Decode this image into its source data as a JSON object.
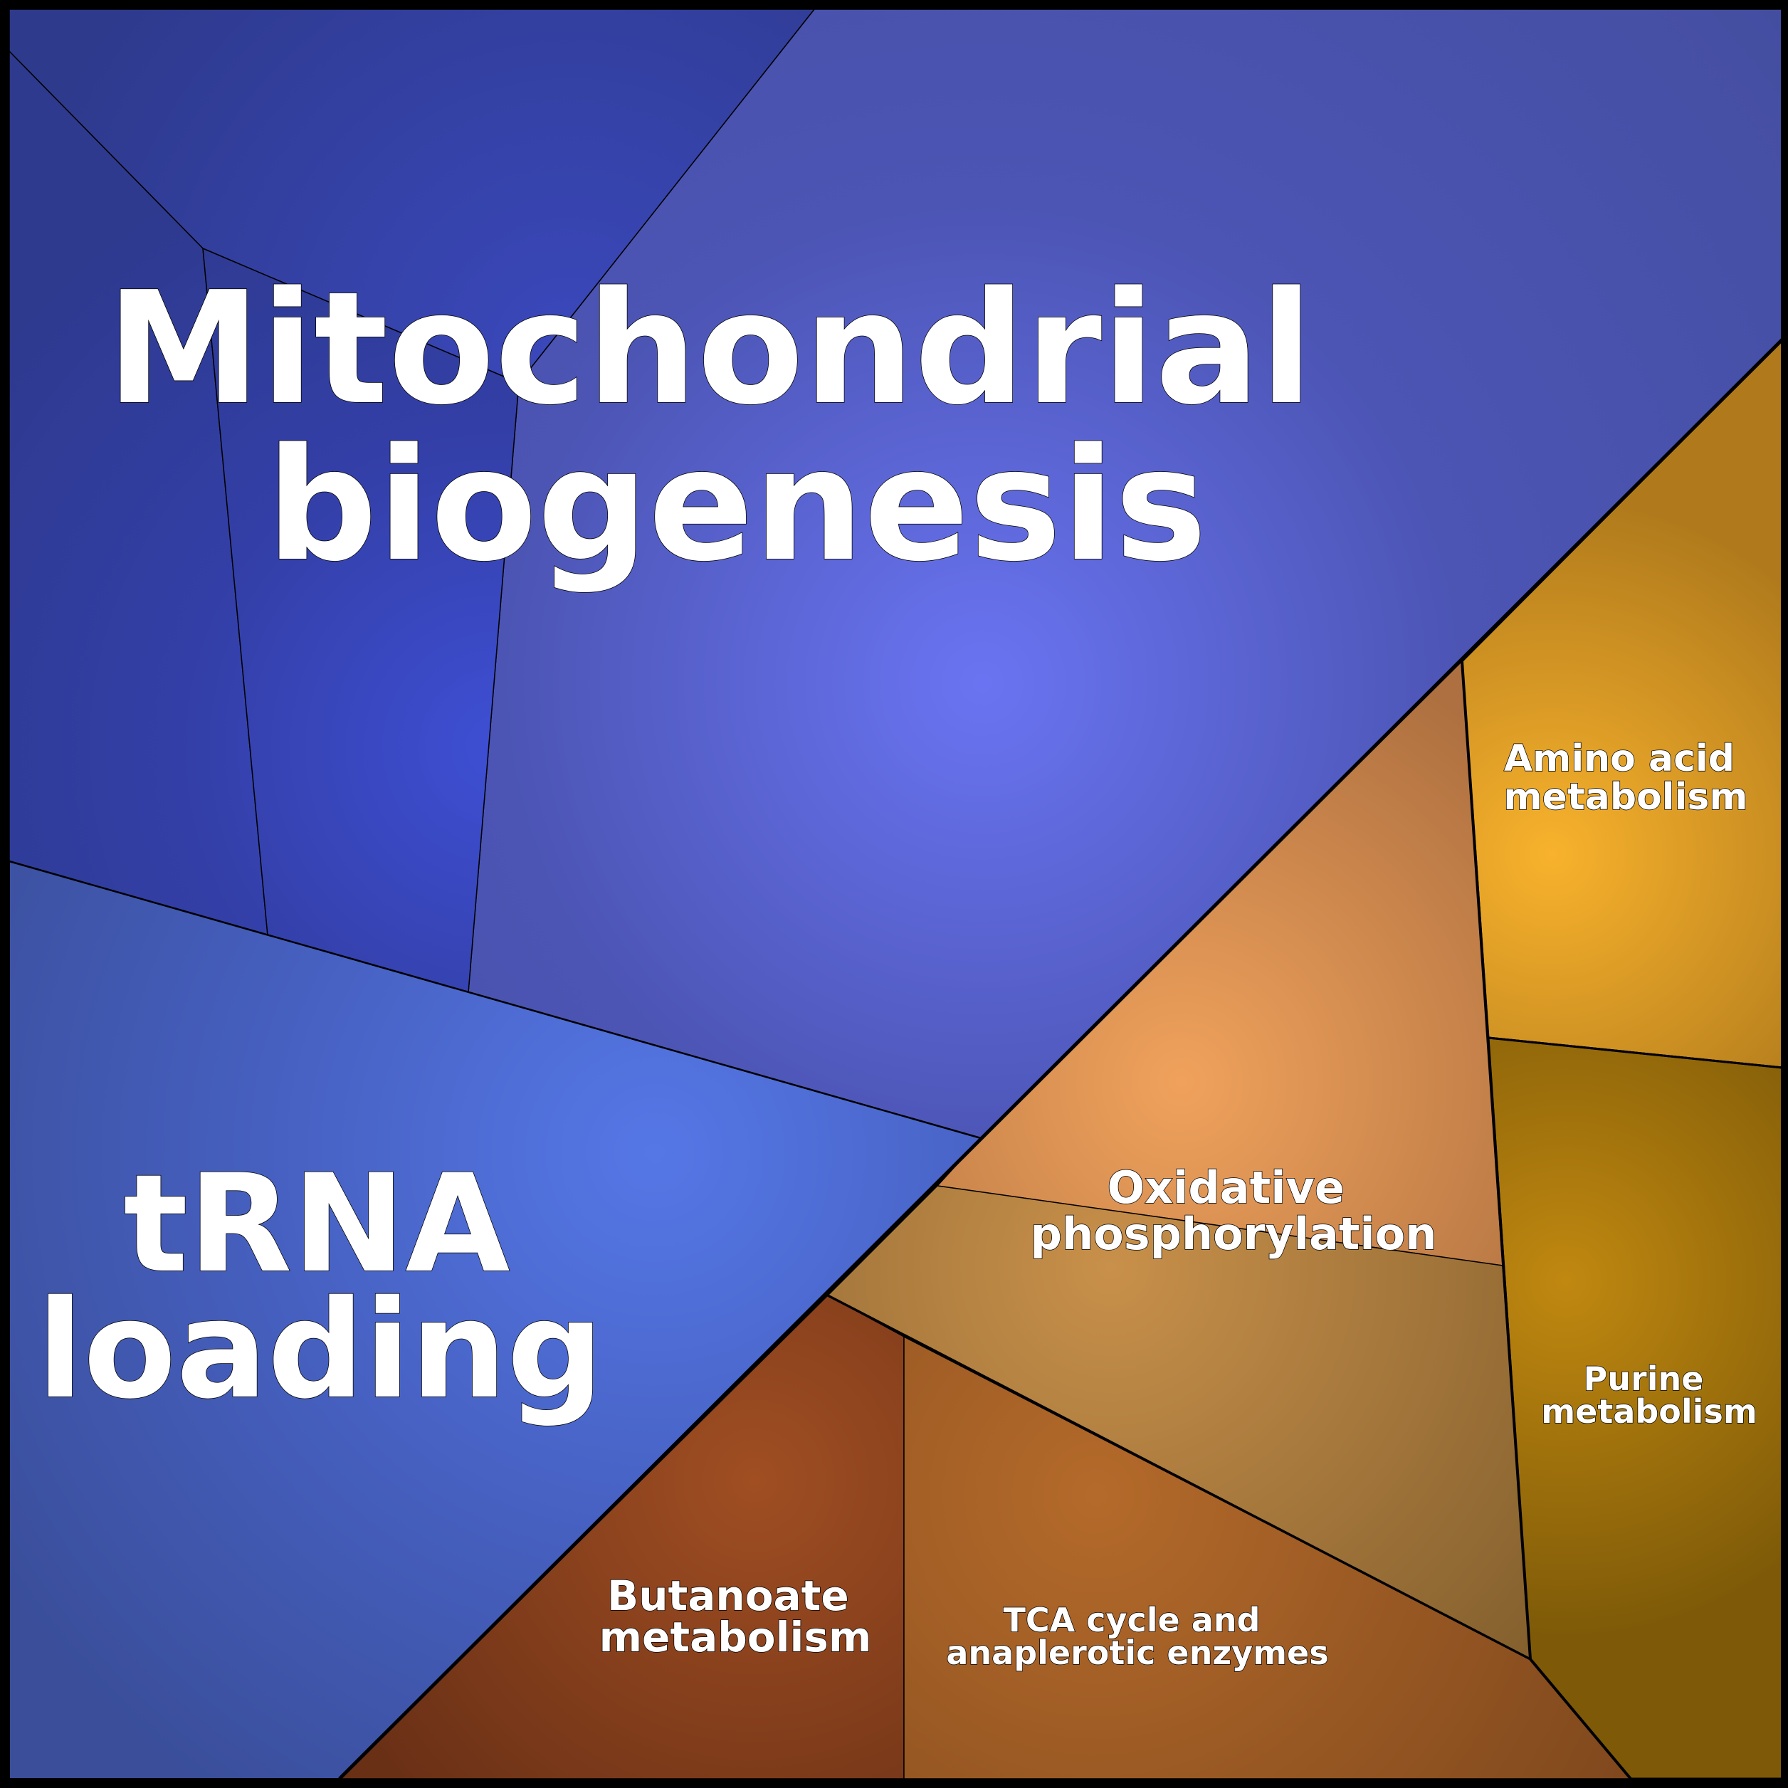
{
  "diagram": {
    "type": "voronoi-treemap",
    "groups": [
      {
        "name": "Mitochondrial biogenesis",
        "label_lines": [
          "Mitochondrial",
          "biogenesis"
        ],
        "color": "#6872f0"
      },
      {
        "name": "tRNA loading",
        "label_lines": [
          "tRNA",
          "loading"
        ],
        "color": "#5577e6"
      }
    ],
    "cells": [
      {
        "name": "Amino acid metabolism",
        "label_lines": [
          "Amino acid",
          "metabolism"
        ],
        "color": "#f8b22c"
      },
      {
        "name": "Purine metabolism",
        "label_lines": [
          "Purine",
          "metabolism"
        ],
        "color": "#c08410"
      },
      {
        "name": "Oxidative phosphorylation",
        "label_lines": [
          "Oxidative",
          "phosphorylation"
        ],
        "color": "#f0a05a"
      },
      {
        "name": "Butanoate metabolism",
        "label_lines": [
          "Butanoate",
          "metabolism"
        ],
        "color": "#a04e22"
      },
      {
        "name": "TCA cycle and anaplerotic enzymes",
        "label_lines": [
          "TCA cycle and",
          "anaplerotic enzymes"
        ],
        "color": "#b5692a"
      }
    ]
  }
}
